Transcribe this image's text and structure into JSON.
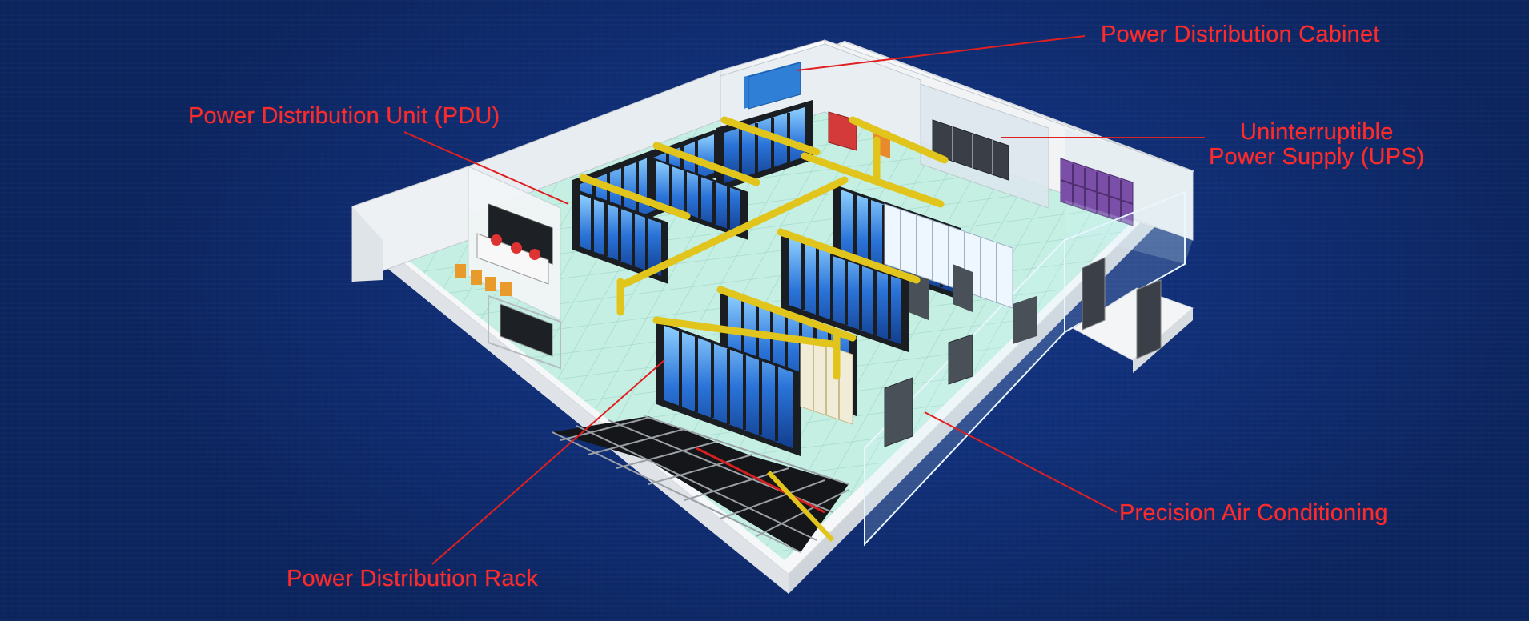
{
  "colors": {
    "background": "#11307a",
    "label": "#ff2a2a",
    "leader_line": "#e02020",
    "floor": "#bfeee0",
    "wall": "#f2f4f6",
    "rack_frame": "#1a1d22",
    "rack_glass": "#2f6fd0",
    "cable_tray": "#e2c51c",
    "ups": "#7b4fa8"
  },
  "labels": {
    "power_distribution_cabinet": "Power Distribution Cabinet",
    "pdu": "Power Distribution  Unit (PDU)",
    "ups_line1": "Uninterruptible",
    "ups_line2": "Power Supply (UPS)",
    "precision_air": "Precision Air Conditioning",
    "power_distribution_rack": "Power Distribution Rack"
  },
  "icons": [
    "server-rack-icon",
    "air-conditioner-icon",
    "ups-cabinet-icon",
    "cable-tray-icon",
    "workstation-icon"
  ]
}
